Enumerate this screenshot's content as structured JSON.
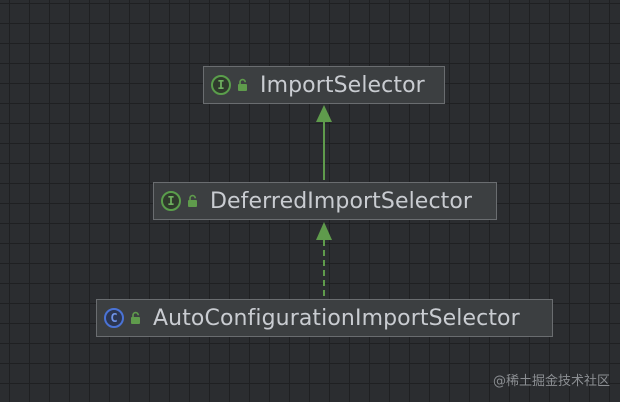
{
  "nodes": [
    {
      "id": "import-selector",
      "kind": "interface",
      "badge": "I",
      "label": "ImportSelector"
    },
    {
      "id": "deferred-import-selector",
      "kind": "interface",
      "badge": "I",
      "label": "DeferredImportSelector"
    },
    {
      "id": "auto-configuration-import-selector",
      "kind": "class",
      "badge": "C",
      "label": "AutoConfigurationImportSelector"
    }
  ],
  "edges": [
    {
      "from": "deferred-import-selector",
      "to": "import-selector",
      "style": "solid",
      "relation": "extends"
    },
    {
      "from": "auto-configuration-import-selector",
      "to": "deferred-import-selector",
      "style": "dashed",
      "relation": "implements"
    }
  ],
  "colors": {
    "arrow": "#5f9b4c",
    "interface_badge": "#5a9e4b",
    "class_badge": "#4a73d6",
    "lock": "#5f9b4c"
  },
  "icons": {
    "visibility": "open-lock-icon"
  },
  "watermark": "@稀土掘金技术社区"
}
